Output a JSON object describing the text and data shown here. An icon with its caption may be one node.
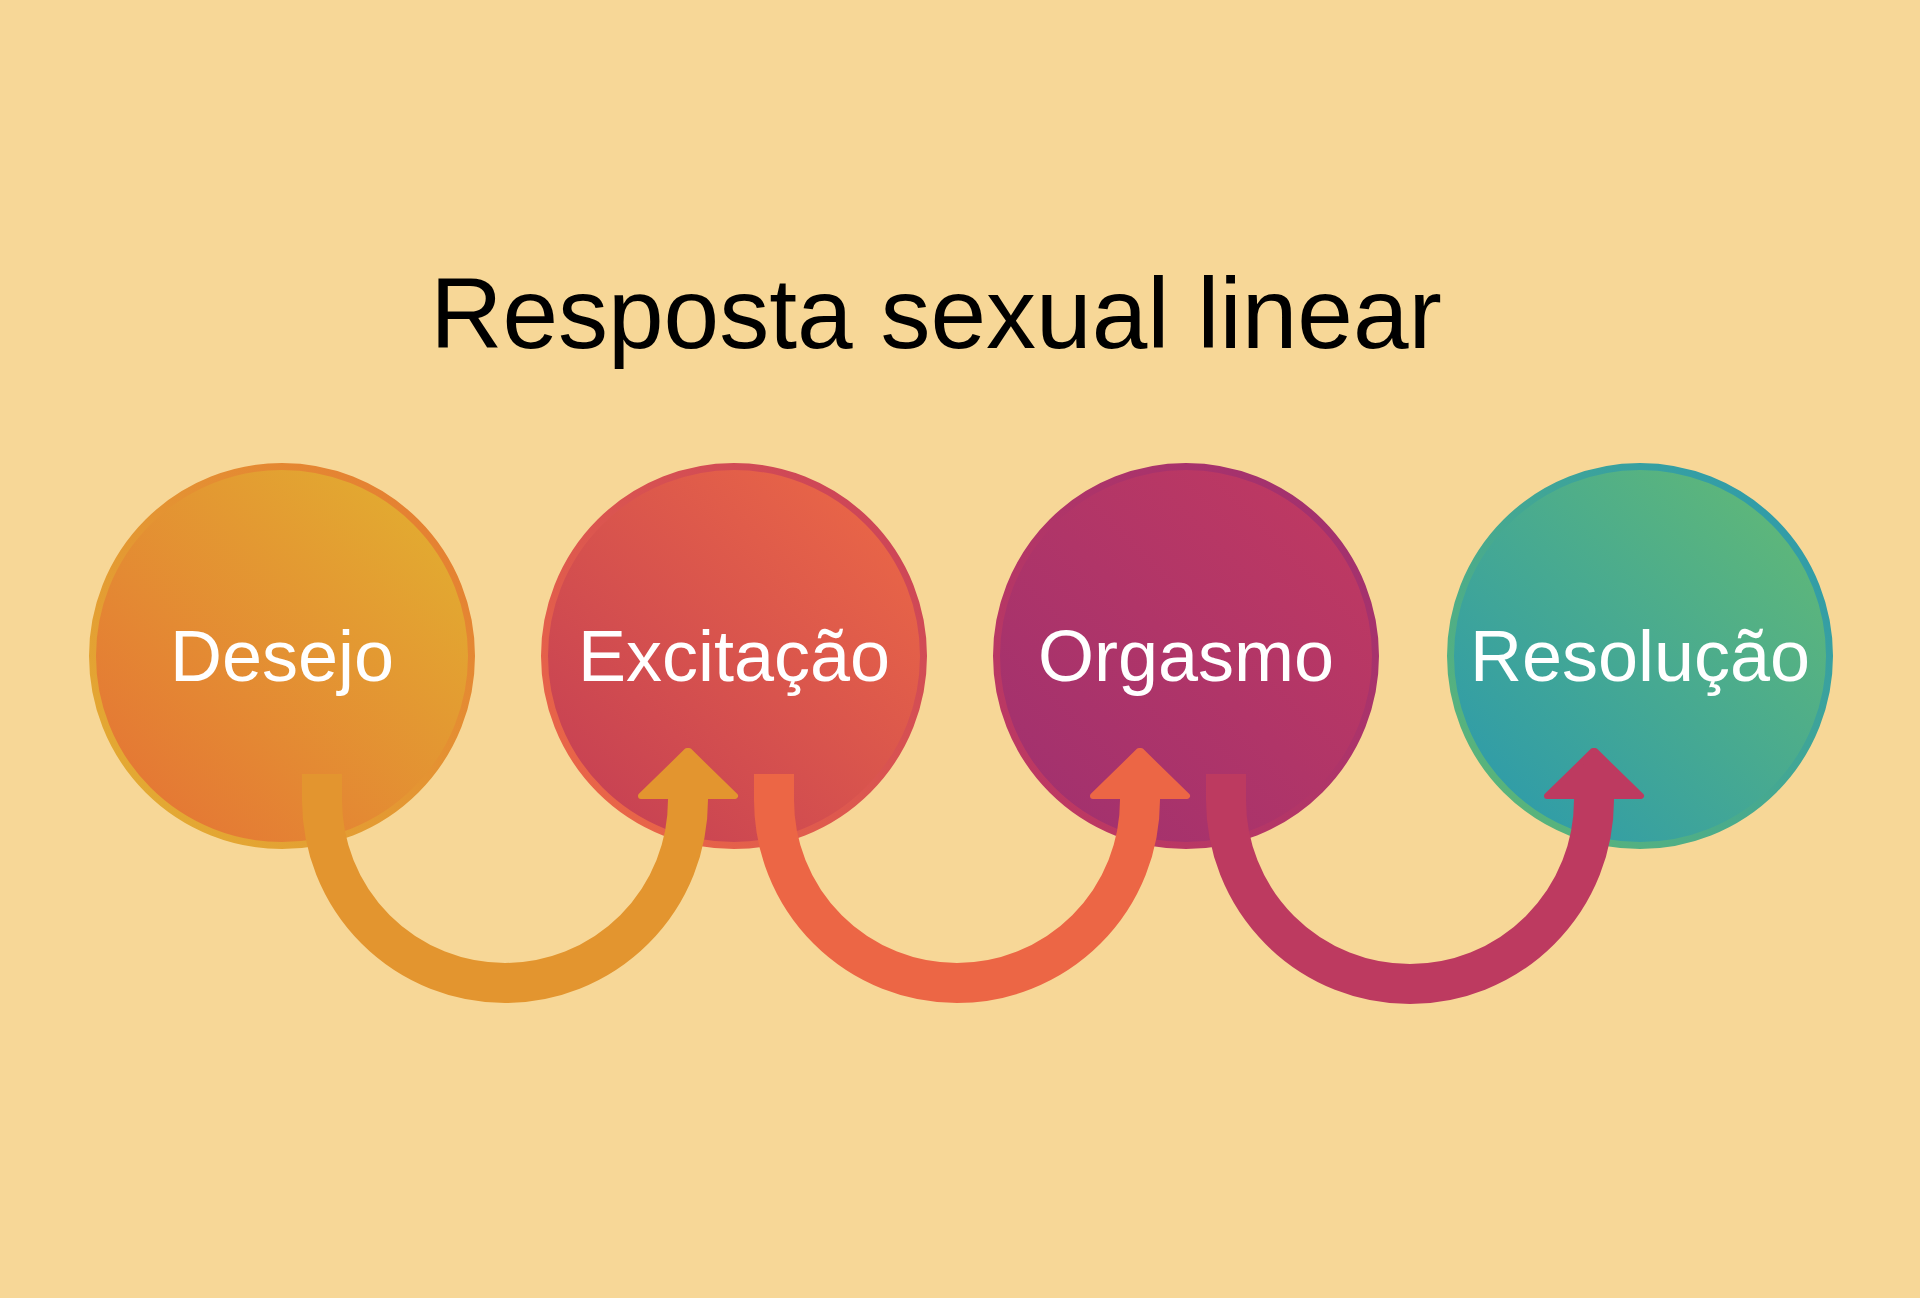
{
  "diagram": {
    "title": "Resposta sexual linear",
    "nodes": [
      {
        "text": [
          "Desejo"
        ]
      },
      {
        "text": [
          "Excitação"
        ]
      },
      {
        "text": [
          "Orgasmo"
        ]
      },
      {
        "text": [
          "Resolução"
        ]
      }
    ],
    "edges": [
      {
        "from": 0,
        "to": 1,
        "arrow": "to",
        "color": "#e3952f"
      },
      {
        "from": 1,
        "to": 2,
        "arrow": "to",
        "color": "#ec6645"
      },
      {
        "from": 2,
        "to": 3,
        "arrow": "to",
        "color": "#bd3a60"
      }
    ]
  }
}
